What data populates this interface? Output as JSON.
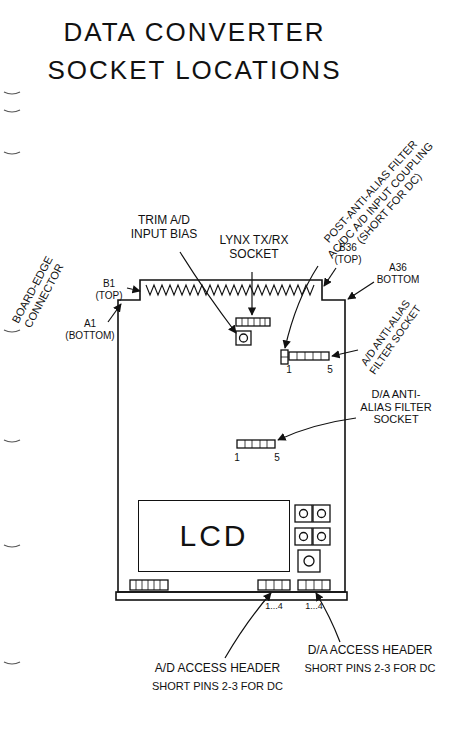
{
  "diagram": {
    "title": "DATA CONVERTER SOCKET LOCATIONS",
    "nodes": [
      {
        "text": [
          "LCD"
        ]
      }
    ],
    "labels": [
      "TRIM A/D INPUT BIAS",
      "LYNX TX/RX SOCKET",
      "POST-ANTI-ALIAS FILTER AC/DC A/D INPUT COUPLING (SHORT FOR DC)",
      "BOARD-EDGE CONNECTOR",
      "B1 (TOP)",
      "A1 (BOTTOM)",
      "B36 (TOP)",
      "A36 BOTTOM",
      "A/D ANTI-ALIAS FILTER SOCKET",
      "1",
      "5",
      "D/A ANTI-ALIAS FILTER SOCKET",
      "1",
      "5",
      "1...4",
      "1...4",
      "A/D ACCESS HEADER",
      "SHORT PINS 2-3 FOR DC",
      "D/A ACCESS HEADER",
      "SHORT PINS 2-3 FOR DC"
    ]
  }
}
